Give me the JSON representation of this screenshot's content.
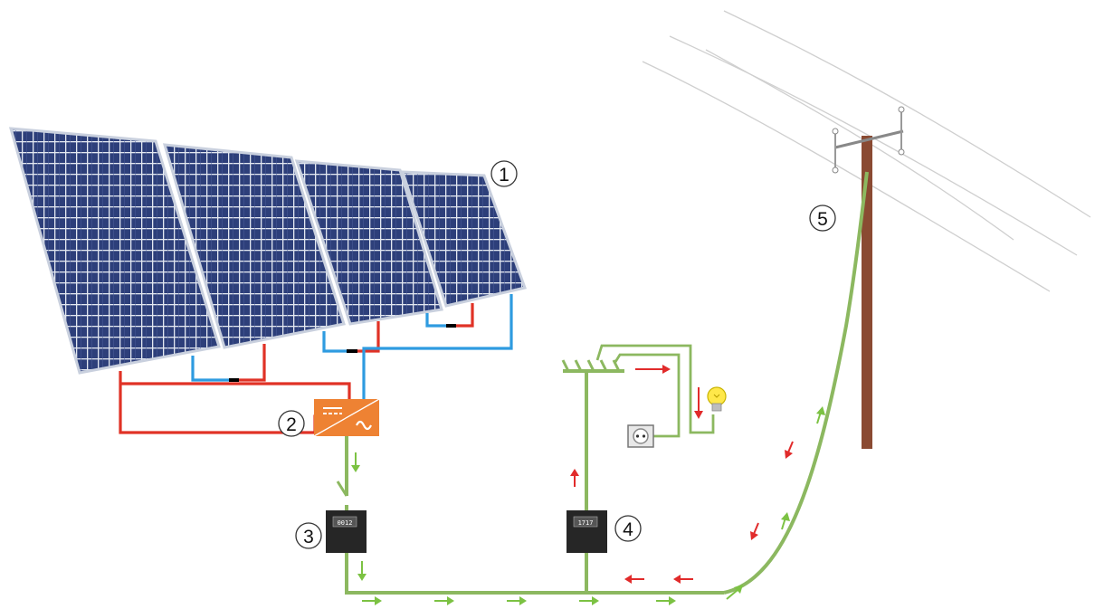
{
  "diagram": {
    "callouts": [
      {
        "id": "solar-panels",
        "number": "1"
      },
      {
        "id": "inverter",
        "number": "2"
      },
      {
        "id": "production-meter",
        "number": "3"
      },
      {
        "id": "consumption-meter",
        "number": "4"
      },
      {
        "id": "utility-grid",
        "number": "5"
      }
    ],
    "meter_readouts": {
      "production": "0012",
      "consumption": "1717"
    },
    "colors": {
      "dc_positive": "#e03226",
      "dc_negative": "#2e9be0",
      "ac_line": "#8cb860",
      "flow_export": "#7cc243",
      "flow_import": "#e12b2b",
      "inverter": "#ee8233",
      "pole": "#8a4a32",
      "panel_cell": "#2d3f7a",
      "meter": "#262626"
    },
    "icons": [
      "solar-panel-icon",
      "inverter-icon",
      "switch-icon",
      "electric-meter-icon",
      "power-outlet-icon",
      "light-bulb-icon",
      "utility-pole-icon",
      "arrow-icon"
    ]
  }
}
